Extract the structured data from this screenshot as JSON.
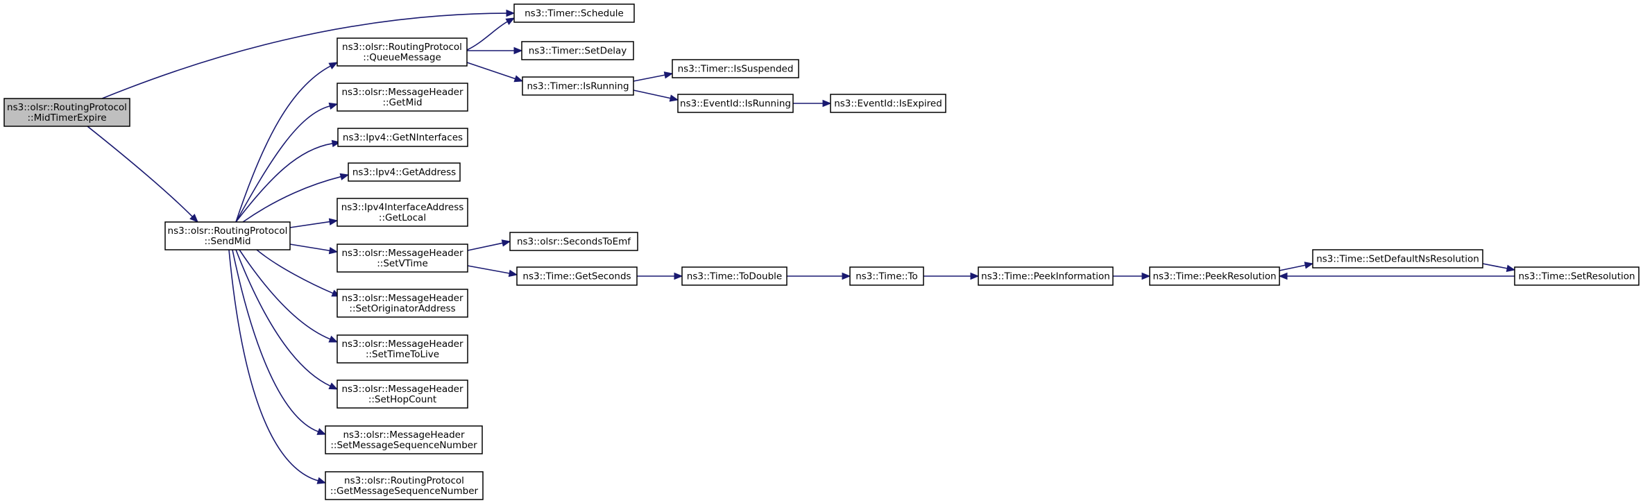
{
  "graph": {
    "title": "",
    "colors": {
      "edge": "#191970",
      "root_fill": "#bfbfbf",
      "node_fill": "#ffffff",
      "node_border": "#000000"
    },
    "nodes": [
      {
        "id": "mid_timer_expire",
        "lines": [
          "ns3::olsr::RoutingProtocol",
          "::MidTimerExpire"
        ],
        "root": true
      },
      {
        "id": "timer_schedule",
        "lines": [
          "ns3::Timer::Schedule"
        ]
      },
      {
        "id": "queue_message",
        "lines": [
          "ns3::olsr::RoutingProtocol",
          "::QueueMessage"
        ]
      },
      {
        "id": "timer_set_delay",
        "lines": [
          "ns3::Timer::SetDelay"
        ]
      },
      {
        "id": "timer_is_running",
        "lines": [
          "ns3::Timer::IsRunning"
        ]
      },
      {
        "id": "timer_is_suspended",
        "lines": [
          "ns3::Timer::IsSuspended"
        ]
      },
      {
        "id": "eventid_is_running",
        "lines": [
          "ns3::EventId::IsRunning"
        ]
      },
      {
        "id": "eventid_is_expired",
        "lines": [
          "ns3::EventId::IsExpired"
        ]
      },
      {
        "id": "send_mid",
        "lines": [
          "ns3::olsr::RoutingProtocol",
          "::SendMid"
        ]
      },
      {
        "id": "msg_get_mid",
        "lines": [
          "ns3::olsr::MessageHeader",
          "::GetMid"
        ]
      },
      {
        "id": "ipv4_get_ninterfaces",
        "lines": [
          "ns3::Ipv4::GetNInterfaces"
        ]
      },
      {
        "id": "ipv4_get_address",
        "lines": [
          "ns3::Ipv4::GetAddress"
        ]
      },
      {
        "id": "ipv4_iface_get_local",
        "lines": [
          "ns3::Ipv4InterfaceAddress",
          "::GetLocal"
        ]
      },
      {
        "id": "msg_set_vtime",
        "lines": [
          "ns3::olsr::MessageHeader",
          "::SetVTime"
        ]
      },
      {
        "id": "seconds_to_emf",
        "lines": [
          "ns3::olsr::SecondsToEmf"
        ]
      },
      {
        "id": "time_get_seconds",
        "lines": [
          "ns3::Time::GetSeconds"
        ]
      },
      {
        "id": "time_to_double",
        "lines": [
          "ns3::Time::ToDouble"
        ]
      },
      {
        "id": "time_to",
        "lines": [
          "ns3::Time::To"
        ]
      },
      {
        "id": "time_peek_information",
        "lines": [
          "ns3::Time::PeekInformation"
        ]
      },
      {
        "id": "time_peek_resolution",
        "lines": [
          "ns3::Time::PeekResolution"
        ]
      },
      {
        "id": "time_set_default_ns_resolution",
        "lines": [
          "ns3::Time::SetDefaultNsResolution"
        ]
      },
      {
        "id": "time_set_resolution",
        "lines": [
          "ns3::Time::SetResolution"
        ]
      },
      {
        "id": "msg_set_originator_address",
        "lines": [
          "ns3::olsr::MessageHeader",
          "::SetOriginatorAddress"
        ]
      },
      {
        "id": "msg_set_time_to_live",
        "lines": [
          "ns3::olsr::MessageHeader",
          "::SetTimeToLive"
        ]
      },
      {
        "id": "msg_set_hop_count",
        "lines": [
          "ns3::olsr::MessageHeader",
          "::SetHopCount"
        ]
      },
      {
        "id": "msg_set_message_sequence_number",
        "lines": [
          "ns3::olsr::MessageHeader",
          "::SetMessageSequenceNumber"
        ]
      },
      {
        "id": "rp_get_message_sequence_number",
        "lines": [
          "ns3::olsr::RoutingProtocol",
          "::GetMessageSequenceNumber"
        ]
      }
    ],
    "edges": [
      {
        "from": "mid_timer_expire",
        "to": "timer_schedule"
      },
      {
        "from": "mid_timer_expire",
        "to": "send_mid"
      },
      {
        "from": "queue_message",
        "to": "timer_schedule"
      },
      {
        "from": "queue_message",
        "to": "timer_set_delay"
      },
      {
        "from": "queue_message",
        "to": "timer_is_running"
      },
      {
        "from": "timer_is_running",
        "to": "timer_is_suspended"
      },
      {
        "from": "timer_is_running",
        "to": "eventid_is_running"
      },
      {
        "from": "eventid_is_running",
        "to": "eventid_is_expired"
      },
      {
        "from": "send_mid",
        "to": "queue_message"
      },
      {
        "from": "send_mid",
        "to": "msg_get_mid"
      },
      {
        "from": "send_mid",
        "to": "ipv4_get_ninterfaces"
      },
      {
        "from": "send_mid",
        "to": "ipv4_get_address"
      },
      {
        "from": "send_mid",
        "to": "ipv4_iface_get_local"
      },
      {
        "from": "send_mid",
        "to": "msg_set_vtime"
      },
      {
        "from": "send_mid",
        "to": "msg_set_originator_address"
      },
      {
        "from": "send_mid",
        "to": "msg_set_time_to_live"
      },
      {
        "from": "send_mid",
        "to": "msg_set_hop_count"
      },
      {
        "from": "send_mid",
        "to": "msg_set_message_sequence_number"
      },
      {
        "from": "send_mid",
        "to": "rp_get_message_sequence_number"
      },
      {
        "from": "msg_set_vtime",
        "to": "seconds_to_emf"
      },
      {
        "from": "msg_set_vtime",
        "to": "time_get_seconds"
      },
      {
        "from": "time_get_seconds",
        "to": "time_to_double"
      },
      {
        "from": "time_to_double",
        "to": "time_to"
      },
      {
        "from": "time_to",
        "to": "time_peek_information"
      },
      {
        "from": "time_peek_information",
        "to": "time_peek_resolution"
      },
      {
        "from": "time_peek_resolution",
        "to": "time_set_default_ns_resolution"
      },
      {
        "from": "time_set_default_ns_resolution",
        "to": "time_set_resolution"
      },
      {
        "from": "time_set_resolution",
        "to": "time_peek_resolution"
      }
    ]
  }
}
